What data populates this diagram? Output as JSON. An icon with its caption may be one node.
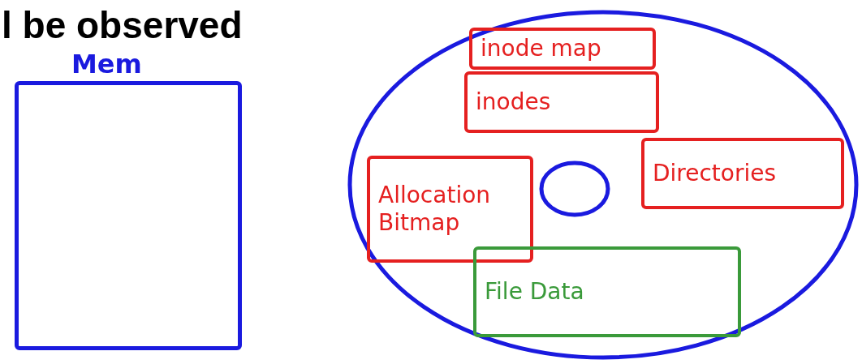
{
  "diagram": {
    "title": "l be observed",
    "nodes": [
      {
        "text": [
          "Mem"
        ]
      },
      {
        "text": [],
        "shape": "circle"
      },
      {
        "text": [
          "inode map"
        ],
        "in": 1
      },
      {
        "text": [
          "inodes"
        ],
        "in": 1
      },
      {
        "text": [
          "Allocation Bitmap"
        ],
        "in": 1
      },
      {
        "text": [],
        "shape": "circle",
        "in": 1
      },
      {
        "text": [
          "Directories"
        ],
        "in": 1
      },
      {
        "text": [
          "File Data"
        ],
        "in": 1
      }
    ]
  }
}
